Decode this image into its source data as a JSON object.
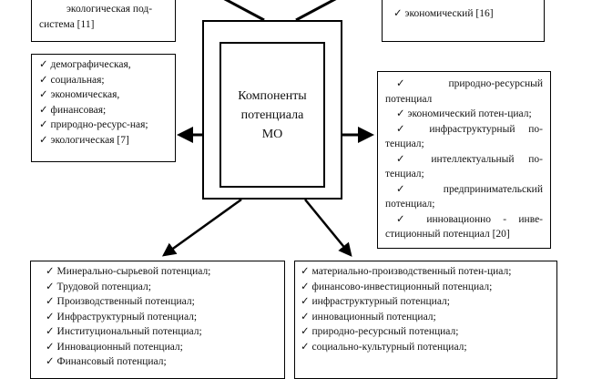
{
  "center": {
    "title_lines": [
      "Компоненты",
      "потенциала",
      "МО"
    ]
  },
  "top_left": {
    "lines": [
      "экологическая под-",
      "система [11]"
    ]
  },
  "top_right": {
    "items": [
      "экономический [16]"
    ]
  },
  "left": {
    "items": [
      "демографическая,",
      "социальная;",
      "экономическая,",
      "финансовая;",
      "природно-ресурс-ная;",
      "экологическая [7]"
    ]
  },
  "right": {
    "items": [
      "природно-ресурсный потенциал",
      "экономический потен-циал;",
      "инфраструктурный по-тенциал;",
      "интеллектуальный по-тенциал;",
      "предпринимательский потенциал;",
      "инновационно - инве-стиционный потенциал [20]"
    ]
  },
  "bottom_left": {
    "items": [
      "Минерально-сырьевой потенциал;",
      "Трудовой потенциал;",
      "Производственный потенциал;",
      "Инфраструктурный потенциал;",
      "Институциональный потенциал;",
      "Инновационный потенциал;",
      "Финансовый потенциал;"
    ]
  },
  "bottom_right": {
    "items": [
      "материально-производственный потен-циал;",
      "финансово-инвестиционный потенциал;",
      "инфраструктурный потенциал;",
      "инновационный потенциал;",
      "природно-ресурсный потенциал;",
      "социально-культурный потенциал;"
    ]
  }
}
